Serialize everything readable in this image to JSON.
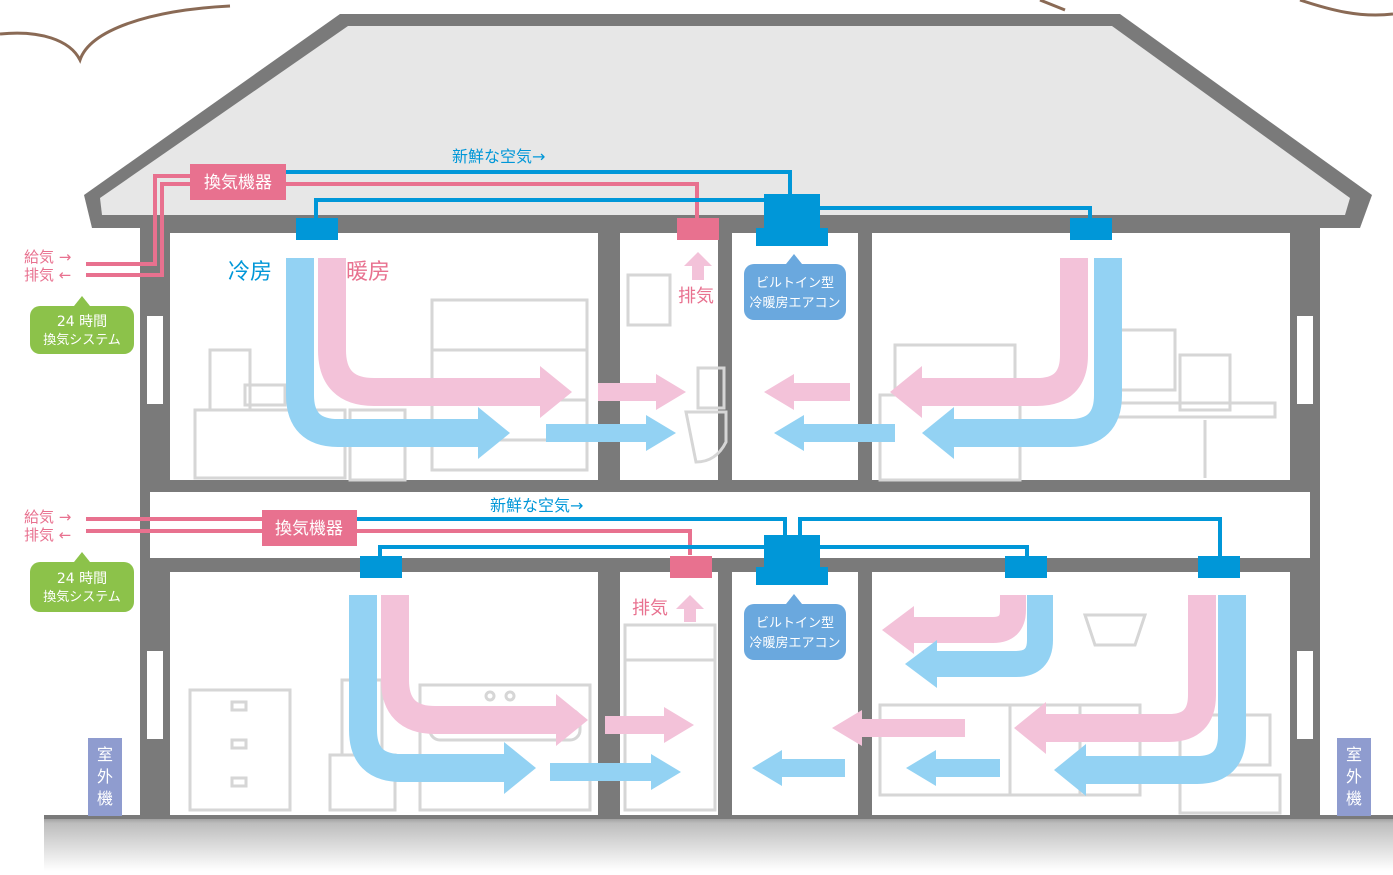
{
  "labels": {
    "fresh_air": "新鮮な空気→",
    "vent_unit": "換気機器",
    "supply": "給気 →",
    "exhaust_out": "排気 ←",
    "system_line1": "24 時間",
    "system_line2": "換気システム",
    "cooling": "冷房",
    "heating": "暖房",
    "exhaust": "排気",
    "aircon_line1": "ビルトイン型",
    "aircon_line2": "冷暖房エアコン",
    "outdoor_unit": [
      "室",
      "外",
      "機"
    ]
  },
  "colors": {
    "cool_duct": "#0097d8",
    "warm_duct": "#e8718f",
    "cool_flow": "#93d2f3",
    "warm_flow": "#f3c2d9",
    "green_badge": "#8cc24a",
    "aircon_badge": "#6aa8de",
    "outdoor_badge": "#8f9ccf",
    "wall": "#7a7a7a",
    "roof": "#e7e7e7"
  }
}
